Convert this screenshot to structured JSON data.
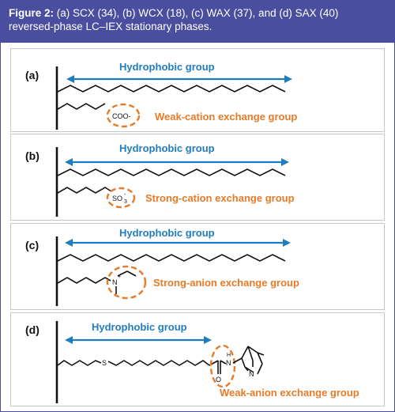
{
  "figure": {
    "label": "Figure 2:",
    "caption_line1": "(a) SCX (34), (b) WCX (18), (c) WAX (37), and (d) SAX (40)",
    "caption_line2": "reversed-phase LC–IEX stationary phases."
  },
  "colors": {
    "header_bg": "#4a4e9e",
    "hydrophobic": "#1f7cc1",
    "exchange": "#e67a26"
  },
  "panels": [
    {
      "letter": "(a)",
      "hydrophobic_label": "Hydrophobic group",
      "group_label": "Weak-cation exchange group",
      "chem_label": "COO-"
    },
    {
      "letter": "(b)",
      "hydrophobic_label": "Hydrophobic group",
      "group_label": "Strong-cation exchange group",
      "chem_label": "SO",
      "chem_sub": "3",
      "chem_sup": "-"
    },
    {
      "letter": "(c)",
      "hydrophobic_label": "Hydrophobic group",
      "group_label": "Strong-anion exchange group",
      "chem_label": "N",
      "chem_sup": "+"
    },
    {
      "letter": "(d)",
      "hydrophobic_label": "Hydrophobic group",
      "group_label": "Weak-anion exchange group",
      "chem_s": "S",
      "chem_o": "O",
      "chem_nh_h": "H",
      "chem_nh_n": "N",
      "chem_ring_n": "N"
    }
  ]
}
